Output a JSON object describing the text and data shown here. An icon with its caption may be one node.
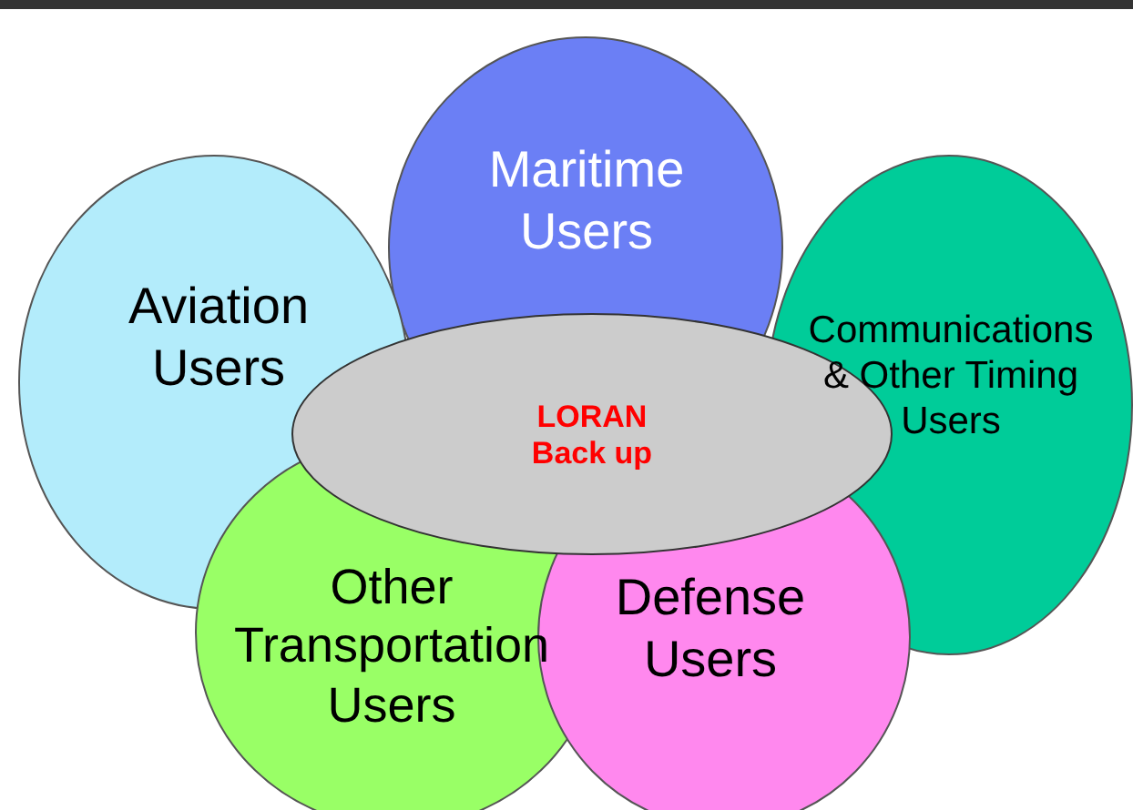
{
  "diagram": {
    "nodes": [
      {
        "text": [
          "Maritime Users"
        ]
      },
      {
        "text": [
          "Aviation Users"
        ]
      },
      {
        "text": [
          "Communications & Other Timing Users"
        ]
      },
      {
        "text": [
          "LORAN Back up"
        ]
      },
      {
        "text": [
          "Other Transportation Users"
        ]
      },
      {
        "text": [
          "Defense Users"
        ]
      }
    ]
  }
}
